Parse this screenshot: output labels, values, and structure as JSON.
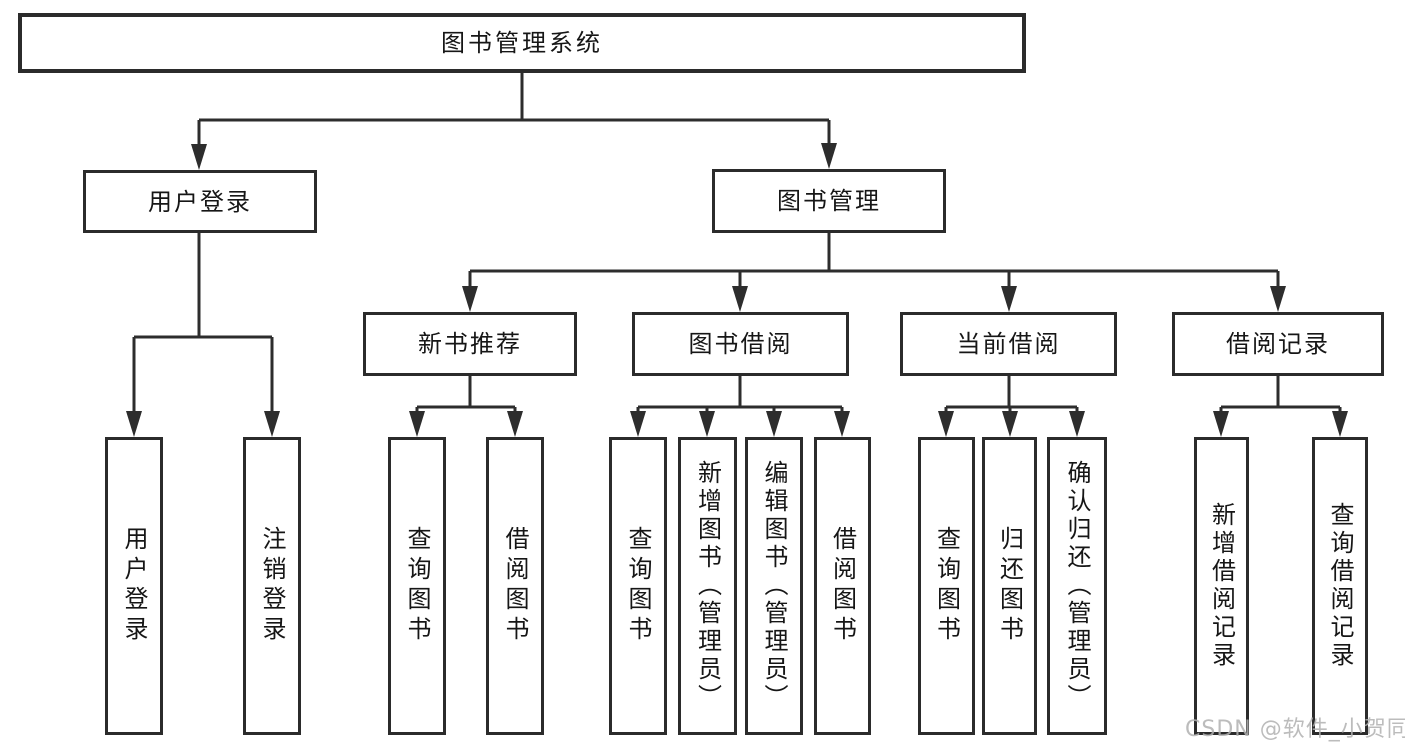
{
  "diagram": {
    "title": "图书管理系统",
    "colors": {
      "line": "#2d2d2d",
      "box_border": "#2b2b2b",
      "text": "#161616",
      "background": "#ffffff",
      "watermark": "#b0b0b0"
    },
    "nodes": {
      "root": "图书管理系统",
      "user_login": "用户登录",
      "book_management": "图书管理",
      "new_book_recommend": "新书推荐",
      "book_borrowing": "图书借阅",
      "current_borrowing": "当前借阅",
      "borrow_records": "借阅记录"
    },
    "leaves": {
      "login": "用户登录",
      "logout": "注销登录",
      "recommend_query": "查询图书",
      "recommend_borrow": "借阅图书",
      "borrowing_query": "查询图书",
      "borrowing_add": "新增图书（管理员）",
      "borrowing_edit": "编辑图书（管理员）",
      "borrowing_borrow": "借阅图书",
      "current_query": "查询图书",
      "current_return": "归还图书",
      "current_confirm": "确认归还（管理员）",
      "records_add": "新增借阅记录",
      "records_query": "查询借阅记录"
    },
    "watermark": "CSDN @软件_小贺同学"
  }
}
